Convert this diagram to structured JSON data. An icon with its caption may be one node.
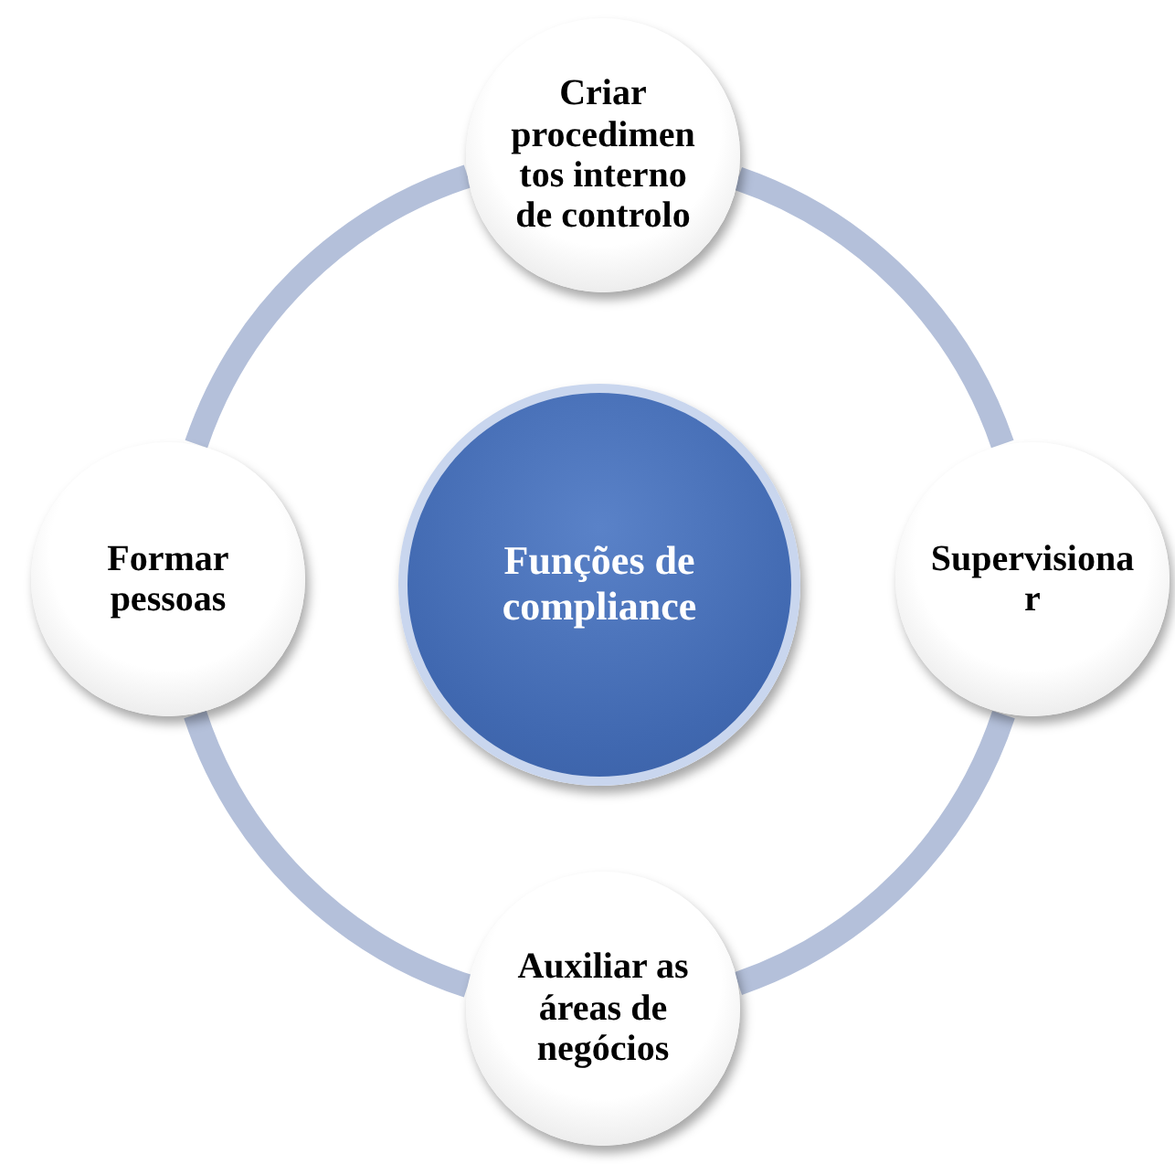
{
  "diagram": {
    "nodes": [
      {
        "text": [
          "Criar procedimentos interno de controlo"
        ]
      },
      {
        "text": [
          "Formar pessoas"
        ]
      },
      {
        "text": [
          "Funções de compliance"
        ]
      },
      {
        "text": [
          "Supervisionar"
        ]
      },
      {
        "text": [
          "Auxiliar as áreas de negócios"
        ]
      }
    ],
    "edges": [
      {
        "from": 0,
        "to": 3,
        "arrow": "none"
      },
      {
        "from": 3,
        "to": 4,
        "arrow": "none"
      },
      {
        "from": 4,
        "to": 1,
        "arrow": "none"
      },
      {
        "from": 1,
        "to": 0,
        "arrow": "none"
      }
    ]
  }
}
